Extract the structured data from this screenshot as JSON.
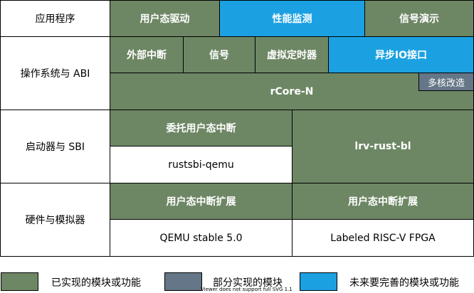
{
  "rows": {
    "app": "应用程序",
    "os": "操作系统与 ABI",
    "boot": "启动器与 SBI",
    "hw": "硬件与模拟器"
  },
  "app_row": {
    "user_driver": "用户态驱动",
    "perf_monitor": "性能监测",
    "signal_demo": "信号演示"
  },
  "os_row": {
    "ext_interrupt": "外部中断",
    "signal": "信号",
    "virtual_timer": "虚拟定时器",
    "async_io": "异步IO接口",
    "multicore": "多核改造",
    "kernel": "rCore-N"
  },
  "boot_row": {
    "delegate_interrupt": "委托用户态中断",
    "rustsbi": "rustsbi-qemu",
    "lrv": "lrv-rust-bl"
  },
  "hw_row": {
    "ext_left": "用户态中断扩展",
    "ext_right": "用户态中断扩展",
    "qemu": "QEMU stable 5.0",
    "fpga": "Labeled RISC-V FPGA"
  },
  "legend": {
    "implemented": "已实现的模块或功能",
    "partial": "部分实现的模块",
    "planned": "未来要完善的模块或功能",
    "svg_note": "Viewer does not support full SVG 1.1"
  },
  "colors": {
    "implemented": "#6d8764",
    "partial": "#647687",
    "planned": "#1ba1e2"
  }
}
